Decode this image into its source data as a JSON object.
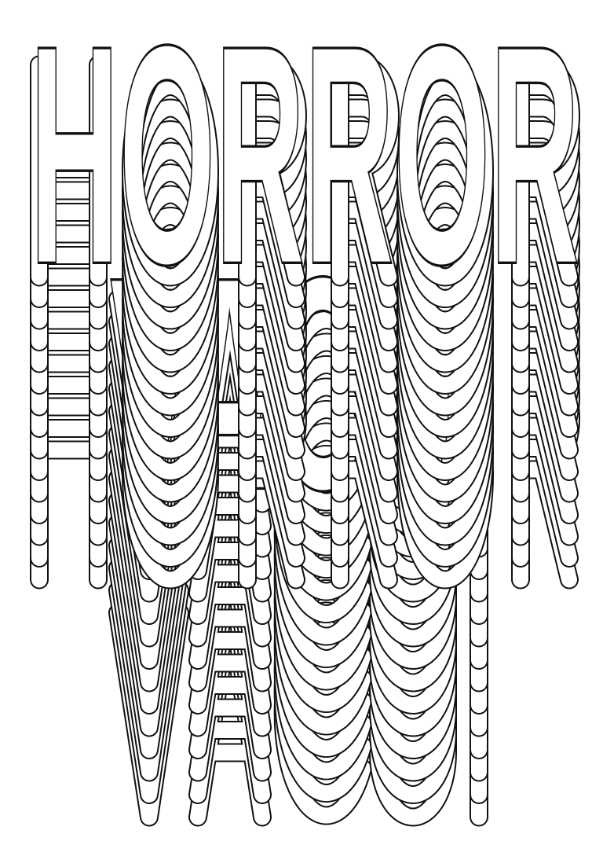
{
  "poster": {
    "line1": "HORROR",
    "line2": "VACUI",
    "line1_layers": 16,
    "line2_layers": 16,
    "ink_color": "#111111",
    "paper_color": "#ffffff"
  }
}
